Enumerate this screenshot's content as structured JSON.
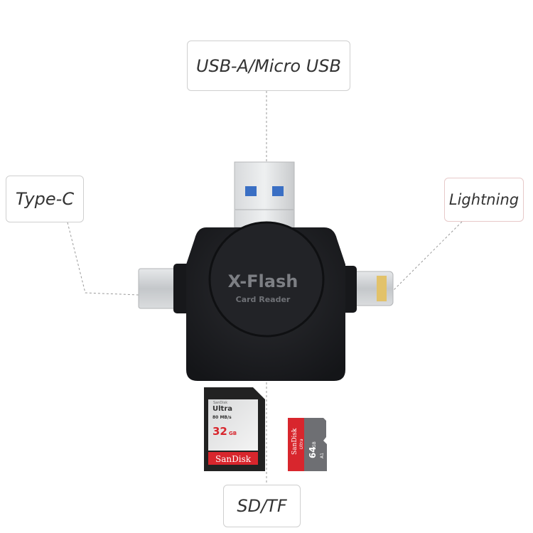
{
  "labels": {
    "top": "USB-A/Micro USB",
    "left": "Type-C",
    "right": "Lightning",
    "bottom": "SD/TF"
  },
  "device": {
    "brand": "X-Flash",
    "subtitle": "Card Reader",
    "body_color": "#1e1f22"
  },
  "sd_card": {
    "brand_small": "SanDisk",
    "line": "Ultra",
    "speed": "80 MB/s",
    "capacity": "32",
    "unit": "GB",
    "brand": "SanDisk"
  },
  "microsd_card": {
    "brand": "SanDisk",
    "line": "Ultra",
    "capacity": "64",
    "unit": "GB",
    "class": "A1"
  },
  "colors": {
    "sandisk_red": "#d8262d",
    "leader_line": "#999999"
  }
}
